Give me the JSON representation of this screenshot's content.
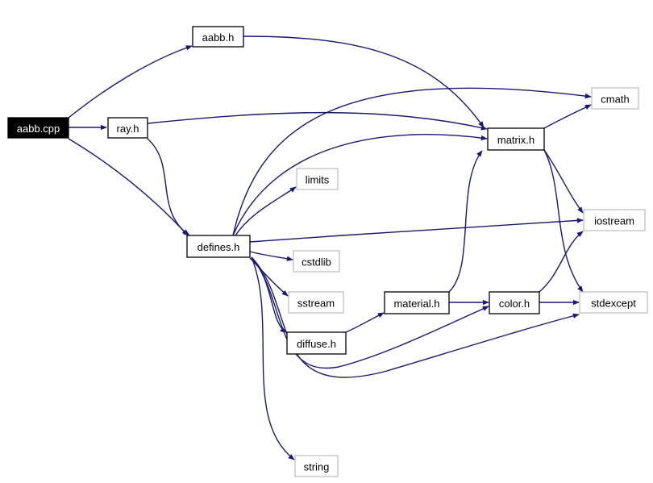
{
  "graph": {
    "colors": {
      "edge": "#191970",
      "internal_border": "#000000",
      "external_border": "#bfbfbf",
      "root_fill": "#000000",
      "root_text": "#ffffff",
      "node_fill": "#ffffff",
      "node_text": "#000000"
    },
    "nodes": [
      {
        "id": "aabb_cpp",
        "label": "aabb.cpp",
        "kind": "root"
      },
      {
        "id": "aabb_h",
        "label": "aabb.h",
        "kind": "internal"
      },
      {
        "id": "ray_h",
        "label": "ray.h",
        "kind": "internal"
      },
      {
        "id": "defines_h",
        "label": "defines.h",
        "kind": "internal"
      },
      {
        "id": "matrix_h",
        "label": "matrix.h",
        "kind": "internal"
      },
      {
        "id": "material_h",
        "label": "material.h",
        "kind": "internal"
      },
      {
        "id": "color_h",
        "label": "color.h",
        "kind": "internal"
      },
      {
        "id": "diffuse_h",
        "label": "diffuse.h",
        "kind": "internal"
      },
      {
        "id": "cmath",
        "label": "cmath",
        "kind": "external"
      },
      {
        "id": "limits",
        "label": "limits",
        "kind": "external"
      },
      {
        "id": "iostream",
        "label": "iostream",
        "kind": "external"
      },
      {
        "id": "cstdlib",
        "label": "cstdlib",
        "kind": "external"
      },
      {
        "id": "sstream",
        "label": "sstream",
        "kind": "external"
      },
      {
        "id": "stdexcept",
        "label": "stdexcept",
        "kind": "external"
      },
      {
        "id": "string",
        "label": "string",
        "kind": "external"
      }
    ],
    "edges": [
      {
        "from": "aabb_cpp",
        "to": "aabb_h"
      },
      {
        "from": "aabb_cpp",
        "to": "ray_h"
      },
      {
        "from": "aabb_cpp",
        "to": "defines_h"
      },
      {
        "from": "aabb_h",
        "to": "matrix_h"
      },
      {
        "from": "ray_h",
        "to": "matrix_h"
      },
      {
        "from": "ray_h",
        "to": "defines_h"
      },
      {
        "from": "matrix_h",
        "to": "cmath"
      },
      {
        "from": "matrix_h",
        "to": "iostream"
      },
      {
        "from": "matrix_h",
        "to": "stdexcept"
      },
      {
        "from": "defines_h",
        "to": "cmath"
      },
      {
        "from": "defines_h",
        "to": "matrix_h"
      },
      {
        "from": "defines_h",
        "to": "limits"
      },
      {
        "from": "defines_h",
        "to": "iostream"
      },
      {
        "from": "defines_h",
        "to": "cstdlib"
      },
      {
        "from": "defines_h",
        "to": "sstream"
      },
      {
        "from": "defines_h",
        "to": "diffuse_h"
      },
      {
        "from": "defines_h",
        "to": "color_h"
      },
      {
        "from": "defines_h",
        "to": "stdexcept"
      },
      {
        "from": "defines_h",
        "to": "string"
      },
      {
        "from": "diffuse_h",
        "to": "material_h"
      },
      {
        "from": "material_h",
        "to": "matrix_h"
      },
      {
        "from": "material_h",
        "to": "color_h"
      },
      {
        "from": "color_h",
        "to": "iostream"
      },
      {
        "from": "color_h",
        "to": "stdexcept"
      }
    ]
  }
}
